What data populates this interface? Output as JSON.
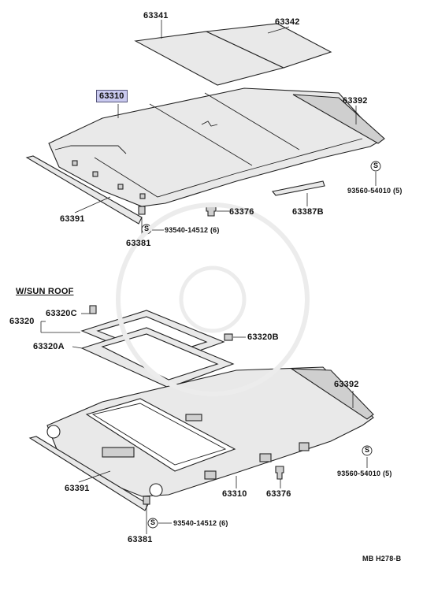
{
  "upper": {
    "p63341": "63341",
    "p63342": "63342",
    "p63310": "63310",
    "p63392": "63392",
    "p93560": "93560-54010 (5)",
    "p63376": "63376",
    "p63387b": "63387B",
    "p63391": "63391",
    "p63381": "63381",
    "p93540": "93540-14512 (6)"
  },
  "lower": {
    "section_title": "W/SUN ROOF",
    "p63320": "63320",
    "p63320c": "63320C",
    "p63320a": "63320A",
    "p63320b": "63320B",
    "p63392": "63392",
    "p93560": "93560-54010 (5)",
    "p63391": "63391",
    "p63310": "63310",
    "p63376": "63376",
    "p93540": "93540-14512 (6)",
    "p63381": "63381"
  },
  "ref_code": "MB H278-B",
  "screw_mark": "S",
  "highlight_color": "#c9c9ef"
}
